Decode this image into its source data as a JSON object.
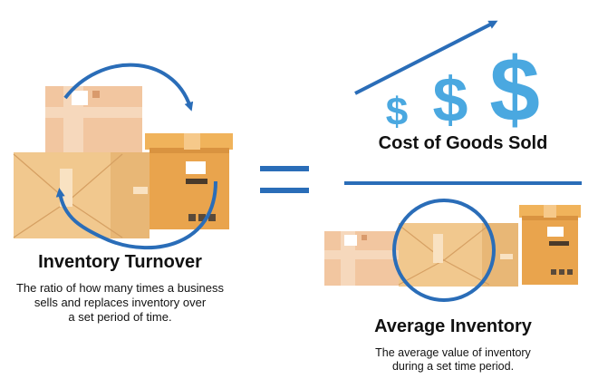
{
  "inventory_turnover": {
    "title": "Inventory Turnover",
    "description_lines": [
      "The ratio of how many times a business",
      "sells and replaces inventory over",
      "a set period of time."
    ]
  },
  "numerator": {
    "title": "Cost of Goods Sold",
    "symbols": [
      "$",
      "$",
      "$"
    ]
  },
  "denominator": {
    "title": "Average Inventory",
    "description_lines": [
      "The average value of inventory",
      "during a set time period."
    ]
  },
  "colors": {
    "accent_blue": "#2a6db8",
    "dollar_blue": "#4aa8e0",
    "box_tan": "#e8b776",
    "box_orange": "#e9a44d",
    "box_pink": "#f2c6a0"
  }
}
